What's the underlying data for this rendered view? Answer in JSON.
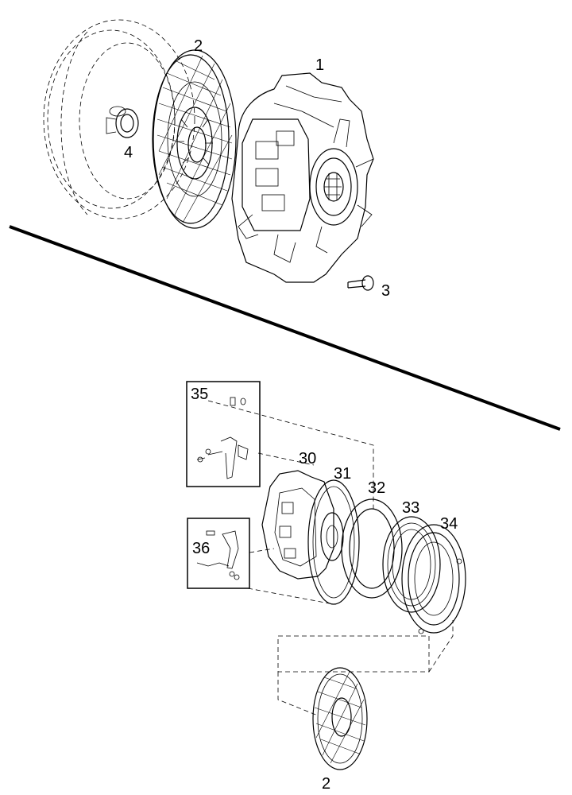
{
  "callouts": {
    "c1": "1",
    "c2_top": "2",
    "c3": "3",
    "c4": "4",
    "c30": "30",
    "c31": "31",
    "c32": "32",
    "c33": "33",
    "c34": "34",
    "c35": "35",
    "c36": "36",
    "c2_bottom": "2"
  }
}
